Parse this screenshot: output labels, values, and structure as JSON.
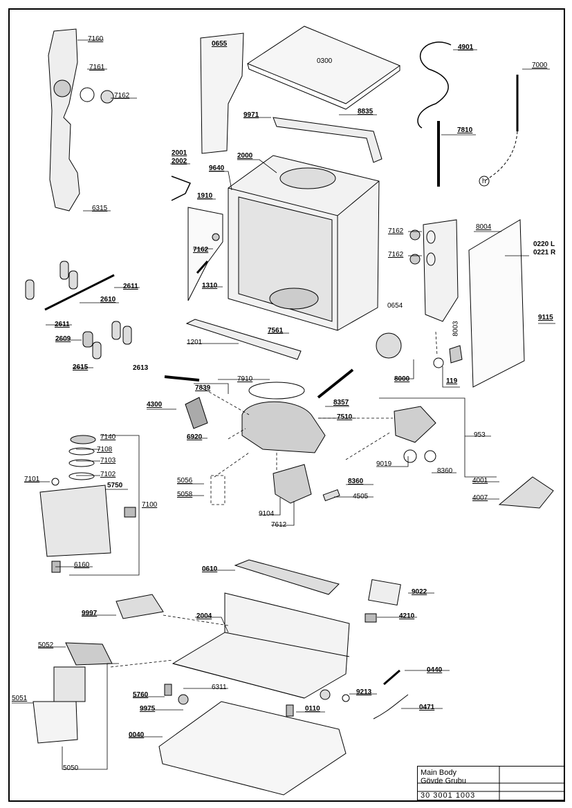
{
  "title_block": {
    "title_en": "Main Body",
    "title_tr": "Gövde Grubu",
    "code": "30 3001 1003"
  },
  "labels": {
    "l7160": "7160",
    "l7161": "7161",
    "l7162a": "7162",
    "l6315": "6315",
    "l0655": "0655",
    "l0300": "0300",
    "l9971": "9971",
    "l8835": "8835",
    "l4901": "4901",
    "l7000": "7000",
    "l7810": "7810",
    "lh": "h",
    "l2001": "2001",
    "l2002": "2002",
    "l9640": "9640",
    "l2000": "2000",
    "l1910": "1910",
    "l7162b": "7162",
    "l1310": "1310",
    "l7162c": "7162",
    "l7162d": "7162",
    "l8004": "8004",
    "l0220": "0220 L",
    "l0221": "0221 R",
    "l0654": "0654",
    "l2611a": "2611",
    "l2610": "2610",
    "l2611b": "2611",
    "l2609": "2609",
    "l2615": "2615",
    "l2613": "2613",
    "l7561": "7561",
    "l1201": "1201",
    "l9115": "9115",
    "l8003": "8003",
    "l8000": "8000",
    "l119": "119",
    "l7839": "7839",
    "l7910": "7910",
    "l4300": "4300",
    "l8357": "8357",
    "l7510": "7510",
    "l953": "953",
    "l6920": "6920",
    "l9019": "9019",
    "l8360a": "8360",
    "l7140": "7140",
    "l7108": "7108",
    "l7103": "7103",
    "l7102": "7102",
    "l7101": "7101",
    "l5750": "5750",
    "l7100": "7100",
    "l6160": "6160",
    "l5056": "5056",
    "l5058": "5058",
    "l8360b": "8360",
    "l4505": "4505",
    "l9104": "9104",
    "l7612": "7612",
    "l4001": "4001",
    "l4007": "4007",
    "l0610": "0610",
    "l9022": "9022",
    "l4210": "4210",
    "l9997": "9997",
    "l2004": "2004",
    "l5052": "5052",
    "l0440": "0440",
    "l5760": "5760",
    "l6311": "6311",
    "l9213": "9213",
    "l5051": "5051",
    "l9975": "9975",
    "l0110": "0110",
    "l0471": "0471",
    "l0040": "0040",
    "l5050": "5050"
  }
}
